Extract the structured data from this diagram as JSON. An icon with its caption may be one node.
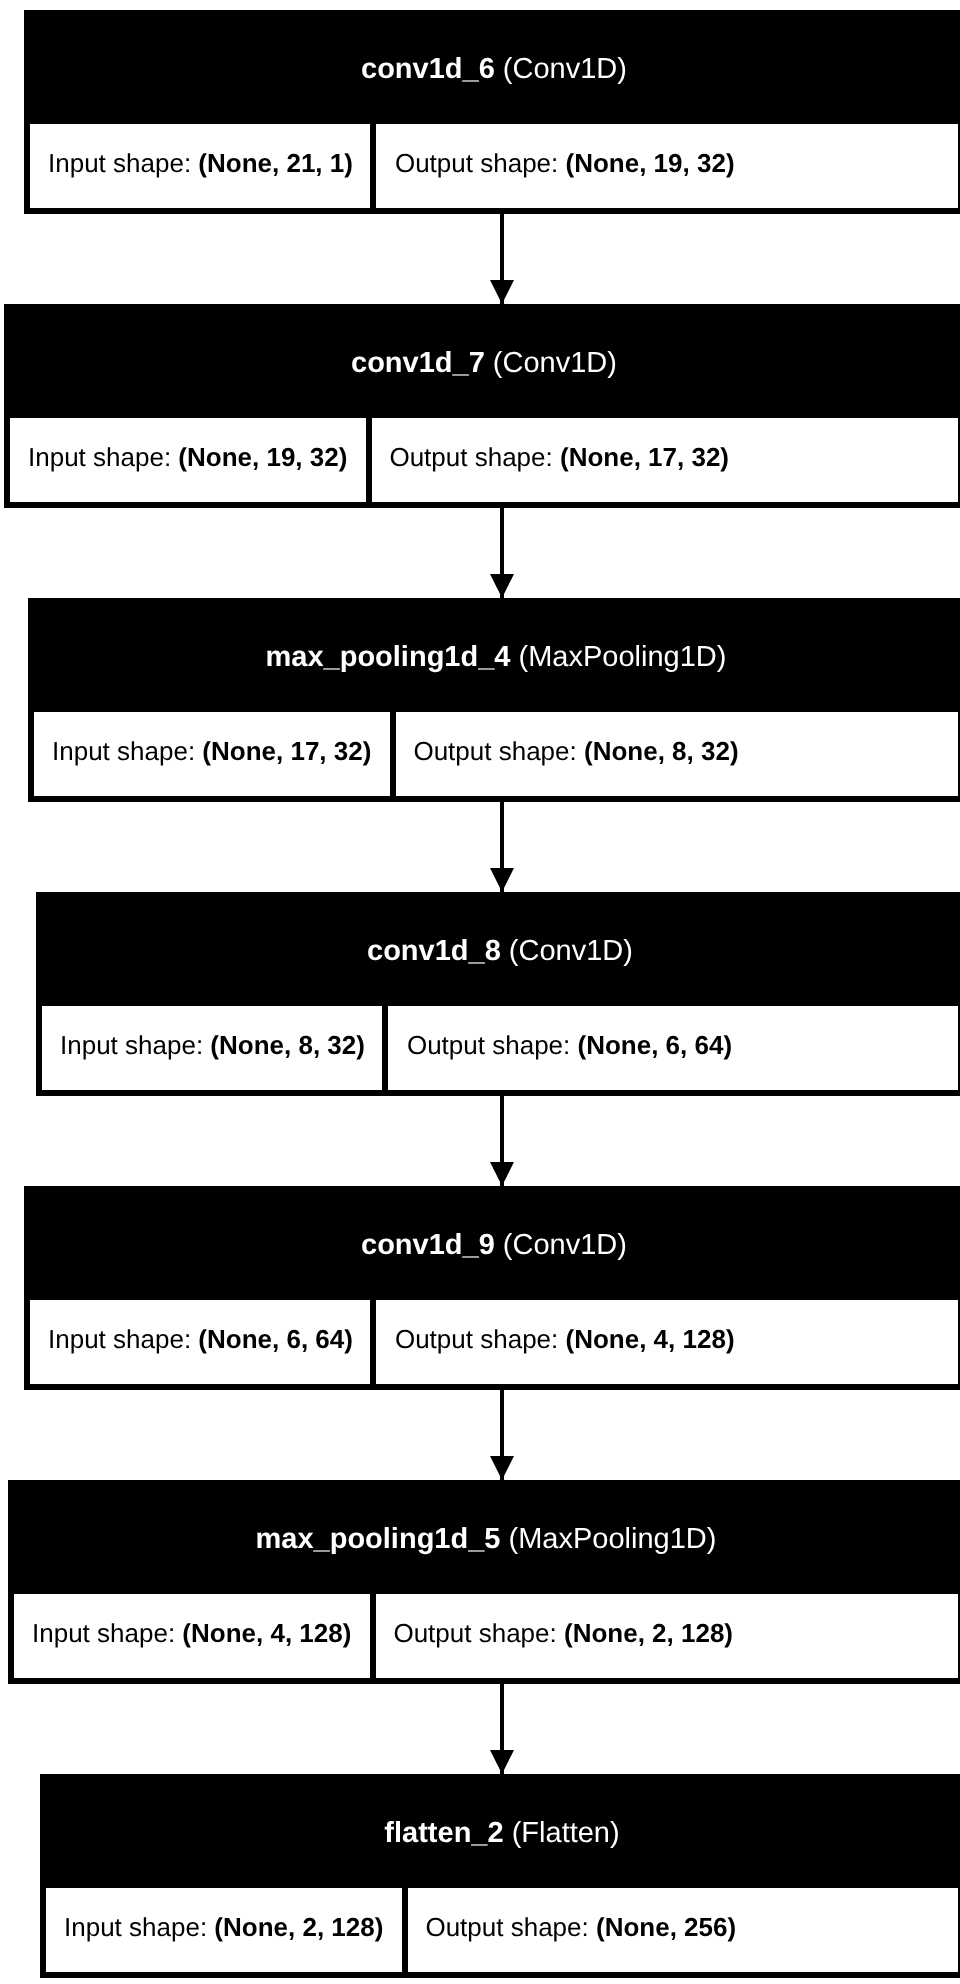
{
  "diagram": {
    "nodes": [
      {
        "text": [
          "**conv1d_6** (Conv1D)"
        ]
      },
      {
        "text": [
          "Input shape: **(None, 21, 1)**"
        ],
        "in": 0
      },
      {
        "text": [
          "Output shape: **(None, 19, 32)**"
        ],
        "in": 0
      },
      {
        "text": [
          "**conv1d_7** (Conv1D)"
        ]
      },
      {
        "text": [
          "Input shape: **(None, 19, 32)**"
        ],
        "in": 3
      },
      {
        "text": [
          "Output shape: **(None, 17, 32)**"
        ],
        "in": 3
      },
      {
        "text": [
          "**max_pooling1d_4** (MaxPooling1D)"
        ]
      },
      {
        "text": [
          "Input shape: **(None, 17, 32)**"
        ],
        "in": 6
      },
      {
        "text": [
          "Output shape: **(None, 8, 32)**"
        ],
        "in": 6
      },
      {
        "text": [
          "**conv1d_8** (Conv1D)"
        ]
      },
      {
        "text": [
          "Input shape: **(None, 8, 32)**"
        ],
        "in": 9
      },
      {
        "text": [
          "Output shape: **(None, 6, 64)**"
        ],
        "in": 9
      },
      {
        "text": [
          "**conv1d_9** (Conv1D)"
        ]
      },
      {
        "text": [
          "Input shape: **(None, 6, 64)**"
        ],
        "in": 12
      },
      {
        "text": [
          "Output shape: **(None, 4, 128)**"
        ],
        "in": 12
      },
      {
        "text": [
          "**max_pooling1d_5** (MaxPooling1D)"
        ]
      },
      {
        "text": [
          "Input shape: **(None, 4, 128)**"
        ],
        "in": 15
      },
      {
        "text": [
          "Output shape: **(None, 2, 128)**"
        ],
        "in": 15
      },
      {
        "text": [
          "**flatten_2** (Flatten)"
        ]
      },
      {
        "text": [
          "Input shape: **(None, 2, 128)**"
        ],
        "in": 18
      },
      {
        "text": [
          "Output shape: **(None, 256)**"
        ],
        "in": 18
      }
    ],
    "edges": [
      {
        "from": 0,
        "to": 3,
        "arrow": "to"
      },
      {
        "from": 3,
        "to": 6,
        "arrow": "to"
      },
      {
        "from": 6,
        "to": 9,
        "arrow": "to"
      },
      {
        "from": 9,
        "to": 12,
        "arrow": "to"
      },
      {
        "from": 12,
        "to": 15,
        "arrow": "to"
      },
      {
        "from": 15,
        "to": 18,
        "arrow": "to"
      }
    ]
  }
}
